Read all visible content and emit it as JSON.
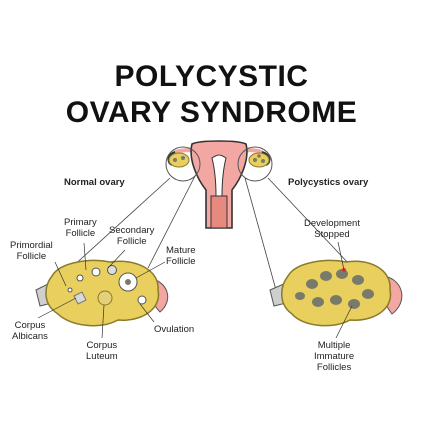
{
  "title": {
    "line1": "POLYCYSTIC",
    "line2": "OVARY SYNDROME"
  },
  "labels": {
    "normal_ovary": "Normal ovary",
    "polycystic_ovary": "Polycystics ovary",
    "primary_follicle": [
      "Primary",
      "Follicle"
    ],
    "secondary_follicle": [
      "Secondary",
      "Follicle"
    ],
    "primordial_follicle": [
      "Primordial",
      "Follicle"
    ],
    "mature_follicle": [
      "Mature",
      "Follicle"
    ],
    "corpus_albicans": [
      "Corpus",
      "Albicans"
    ],
    "corpus_luteum": [
      "Corpus",
      "Luteum"
    ],
    "ovulation": "Ovulation",
    "development_stopped": [
      "Development",
      "Stopped"
    ],
    "multiple_immature_follicles": [
      "Multiple",
      "Immature",
      "Follicles"
    ]
  },
  "colors": {
    "ovary_fill": "#e8cf5e",
    "ovary_stroke": "#8a7a2a",
    "uterus_fill": "#f2a7a2",
    "uterus_stroke": "#333333",
    "ligament_fill": "#cfcfcf",
    "follicle_dark": "#7a7a6a"
  }
}
